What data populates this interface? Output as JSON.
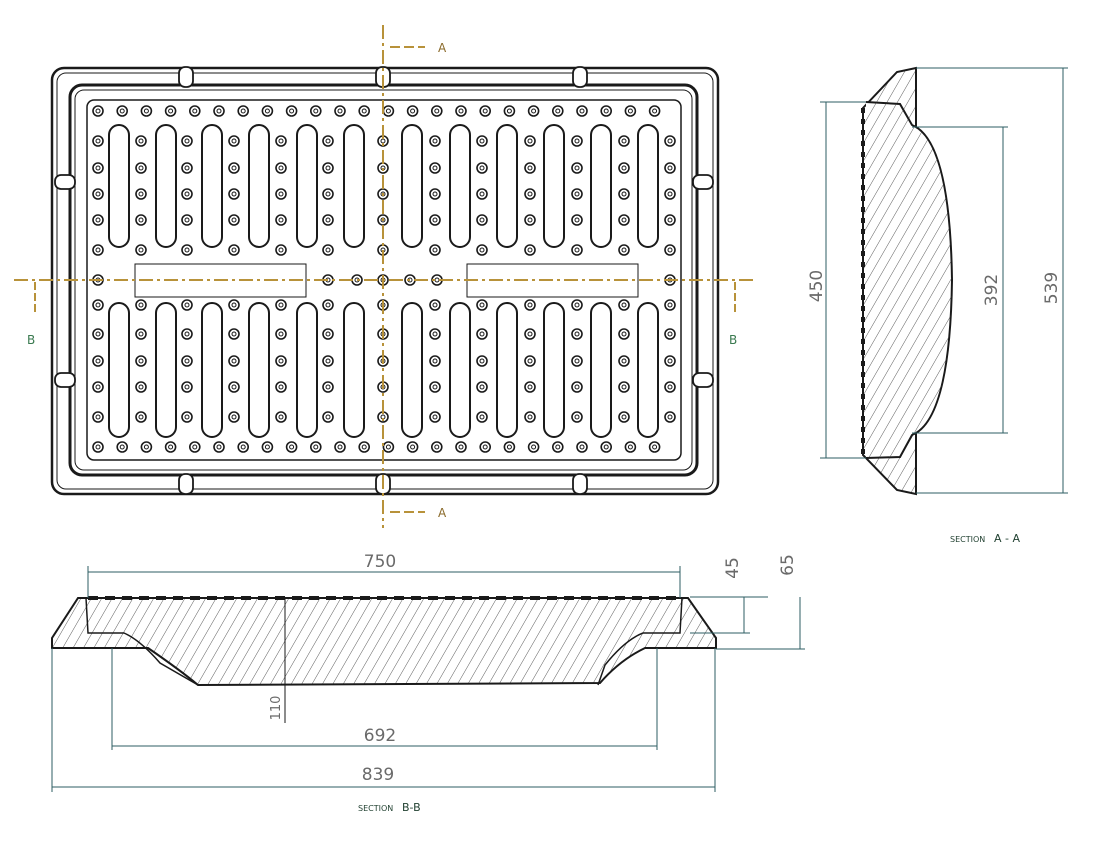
{
  "drawing": {
    "section_markers": {
      "a": "A",
      "b": "B"
    },
    "plan_view": {
      "rows_upper_slots": 6,
      "rows_lower_slots": 6
    },
    "section_aa": {
      "title_small": "SECTION",
      "title_big": "A - A",
      "dims": {
        "inner_height": "450",
        "bottom_width": "392",
        "overall_height": "539"
      }
    },
    "section_bb": {
      "title_small": "SECTION",
      "title_big": "B-B",
      "dims": {
        "inner_width": "750",
        "bottom_width": "692",
        "overall_width": "839",
        "depth_rim": "45",
        "depth_total": "65",
        "thickness": "110"
      }
    },
    "colors": {
      "centerline": "#b8923a",
      "dimension": "#2d5e63",
      "outline": "#1a1a1a",
      "marker_b": "#3a7a50"
    }
  }
}
